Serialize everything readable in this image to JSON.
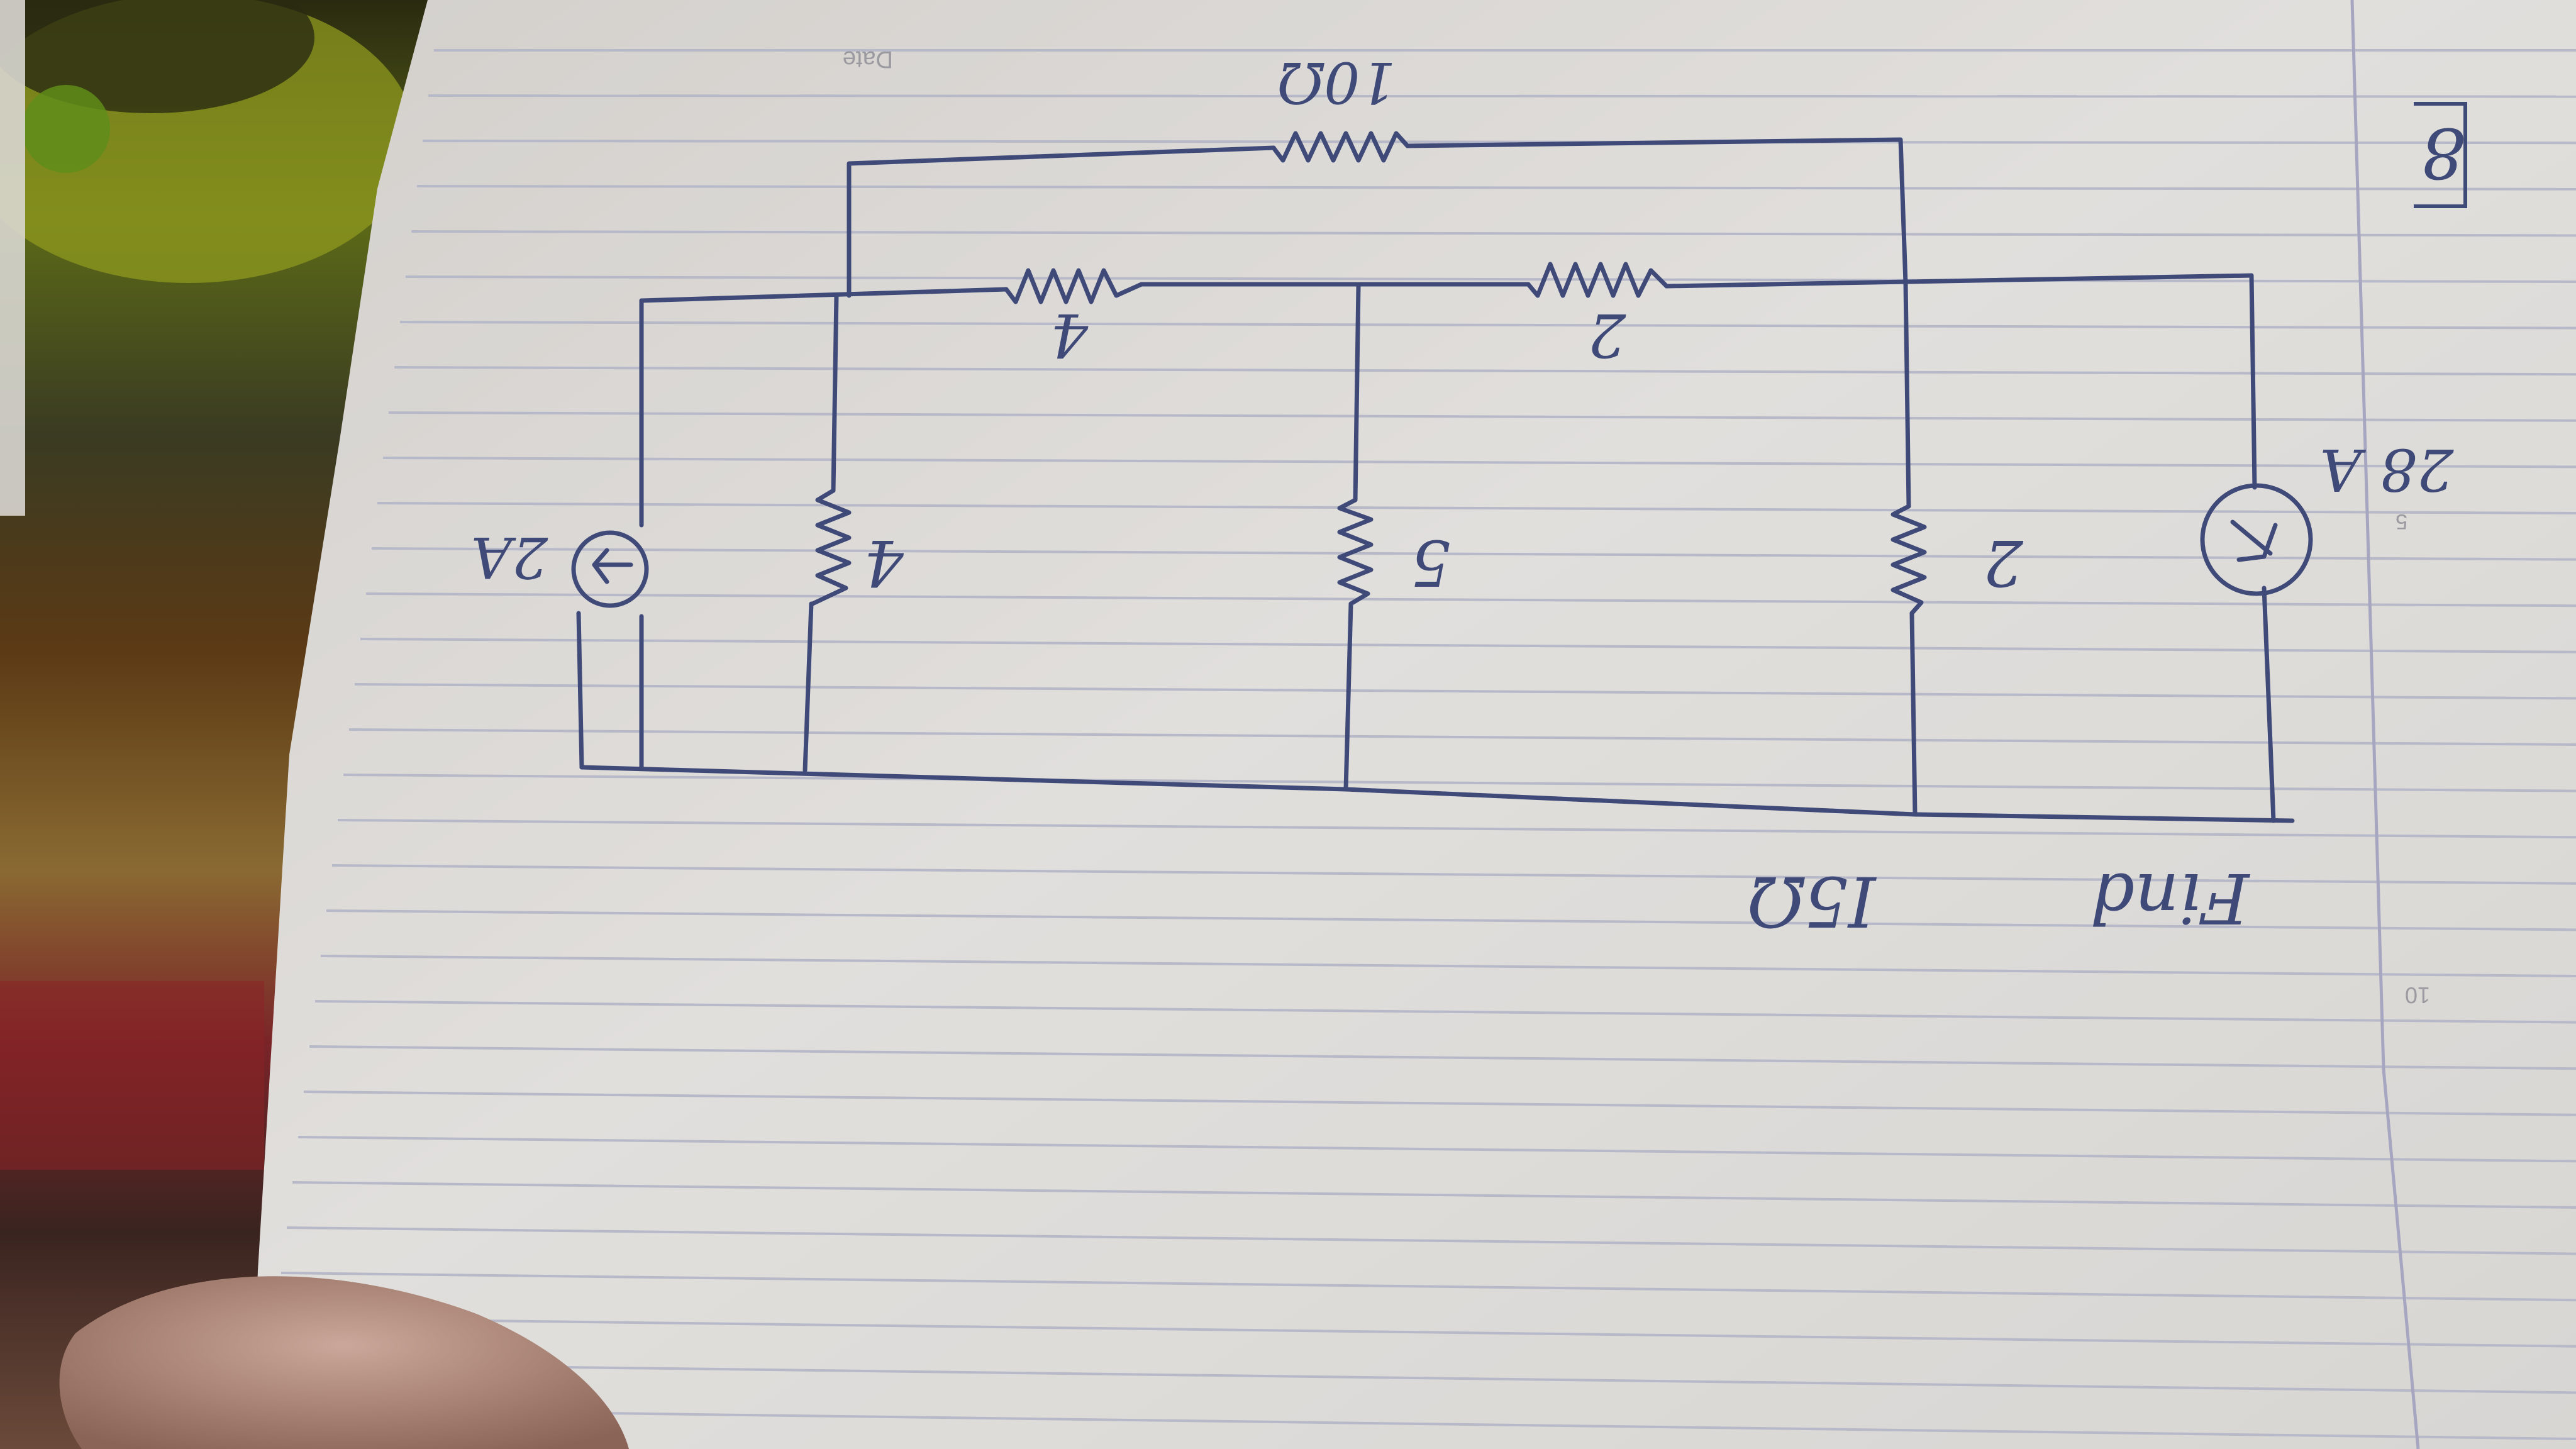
{
  "notebook": {
    "date_label": "Date",
    "margin_numbers": [
      "5",
      "10"
    ]
  },
  "question": {
    "number": "8",
    "find_prefix": "Find",
    "find_target": "I5Ω"
  },
  "circuit": {
    "top_resistor": "10Ω",
    "left_series_resistor": "4",
    "right_series_resistor": "2",
    "left_shunt_resistor": "4",
    "center_shunt_resistor": "5",
    "right_shunt_resistor": "2",
    "left_source_label": "2A",
    "right_source_label": "28 A"
  },
  "colors": {
    "ink": "#3f4a78",
    "paper": "#dcdad8",
    "rule": "#b7b9c8",
    "margin": "#a7a6c0"
  }
}
